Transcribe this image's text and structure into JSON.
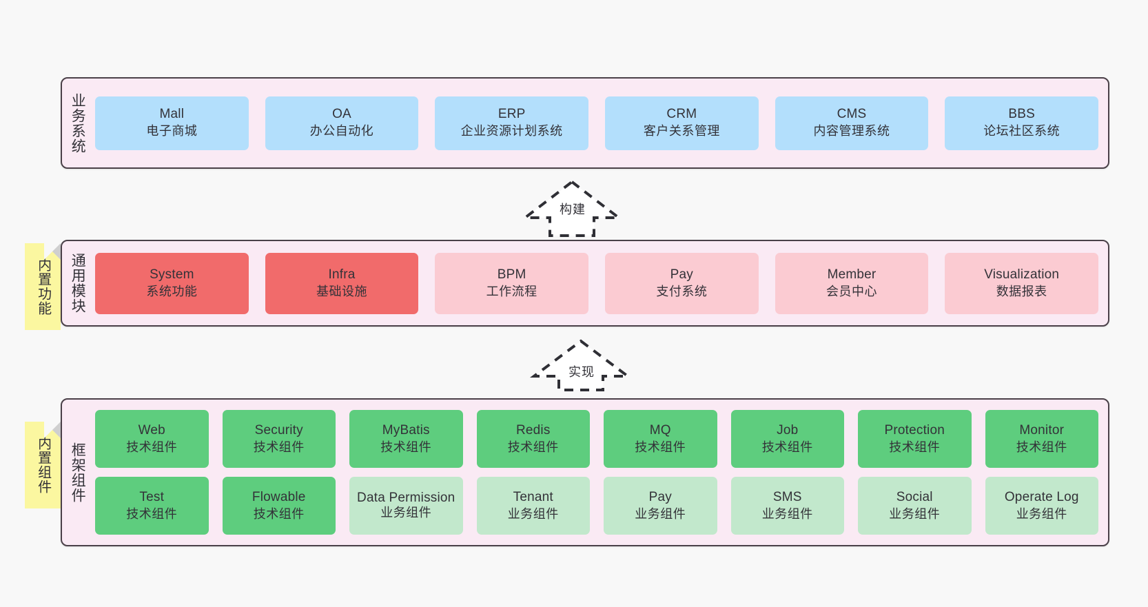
{
  "diagram": {
    "background_color": "#f8f8f8",
    "panel_color": "#faeaf4",
    "panel_border_color": "#4a4048",
    "sticky_color": "#fbf7a0"
  },
  "layers": [
    {
      "id": "business-systems",
      "title": "业务系统",
      "sticky": null,
      "rows": [
        {
          "nodes": [
            {
              "en": "Mall",
              "cn": "电子商城",
              "style": "blue",
              "color": "#b3dffc"
            },
            {
              "en": "OA",
              "cn": "办公自动化",
              "style": "blue",
              "color": "#b3dffc"
            },
            {
              "en": "ERP",
              "cn": "企业资源计划系统",
              "style": "blue",
              "color": "#b3dffc"
            },
            {
              "en": "CRM",
              "cn": "客户关系管理",
              "style": "blue",
              "color": "#b3dffc"
            },
            {
              "en": "CMS",
              "cn": "内容管理系统",
              "style": "blue",
              "color": "#b3dffc"
            },
            {
              "en": "BBS",
              "cn": "论坛社区系统",
              "style": "blue",
              "color": "#b3dffc"
            }
          ]
        }
      ]
    },
    {
      "id": "common-modules",
      "title": "通用模块",
      "sticky": "内置功能",
      "rows": [
        {
          "nodes": [
            {
              "en": "System",
              "cn": "系统功能",
              "style": "red",
              "color": "#f16b6b"
            },
            {
              "en": "Infra",
              "cn": "基础设施",
              "style": "red",
              "color": "#f16b6b"
            },
            {
              "en": "BPM",
              "cn": "工作流程",
              "style": "pink",
              "color": "#fbcbd2"
            },
            {
              "en": "Pay",
              "cn": "支付系统",
              "style": "pink",
              "color": "#fbcbd2"
            },
            {
              "en": "Member",
              "cn": "会员中心",
              "style": "pink",
              "color": "#fbcbd2"
            },
            {
              "en": "Visualization",
              "cn": "数据报表",
              "style": "pink",
              "color": "#fbcbd2"
            }
          ]
        }
      ]
    },
    {
      "id": "framework-components",
      "title": "框架组件",
      "sticky": "内置组件",
      "rows": [
        {
          "nodes": [
            {
              "en": "Web",
              "cn": "技术组件",
              "style": "green",
              "color": "#5ecd7e"
            },
            {
              "en": "Security",
              "cn": "技术组件",
              "style": "green",
              "color": "#5ecd7e"
            },
            {
              "en": "MyBatis",
              "cn": "技术组件",
              "style": "green",
              "color": "#5ecd7e"
            },
            {
              "en": "Redis",
              "cn": "技术组件",
              "style": "green",
              "color": "#5ecd7e"
            },
            {
              "en": "MQ",
              "cn": "技术组件",
              "style": "green",
              "color": "#5ecd7e"
            },
            {
              "en": "Job",
              "cn": "技术组件",
              "style": "green",
              "color": "#5ecd7e"
            },
            {
              "en": "Protection",
              "cn": "技术组件",
              "style": "green",
              "color": "#5ecd7e"
            },
            {
              "en": "Monitor",
              "cn": "技术组件",
              "style": "green",
              "color": "#5ecd7e"
            }
          ]
        },
        {
          "nodes": [
            {
              "en": "Test",
              "cn": "技术组件",
              "style": "green",
              "color": "#5ecd7e"
            },
            {
              "en": "Flowable",
              "cn": "技术组件",
              "style": "green",
              "color": "#5ecd7e"
            },
            {
              "en": "Data Permission",
              "cn": "业务组件",
              "style": "lgreen",
              "color": "#c2e8cc"
            },
            {
              "en": "Tenant",
              "cn": "业务组件",
              "style": "lgreen",
              "color": "#c2e8cc"
            },
            {
              "en": "Pay",
              "cn": "业务组件",
              "style": "lgreen",
              "color": "#c2e8cc"
            },
            {
              "en": "SMS",
              "cn": "业务组件",
              "style": "lgreen",
              "color": "#c2e8cc"
            },
            {
              "en": "Social",
              "cn": "业务组件",
              "style": "lgreen",
              "color": "#c2e8cc"
            },
            {
              "en": "Operate Log",
              "cn": "业务组件",
              "style": "lgreen",
              "color": "#c2e8cc"
            }
          ]
        }
      ]
    }
  ],
  "arrows": [
    {
      "id": "build-arrow",
      "label": "构建",
      "direction": "up",
      "style": "dashed-hollow"
    },
    {
      "id": "implement-arrow",
      "label": "实现",
      "direction": "up",
      "style": "dashed-hollow"
    }
  ]
}
